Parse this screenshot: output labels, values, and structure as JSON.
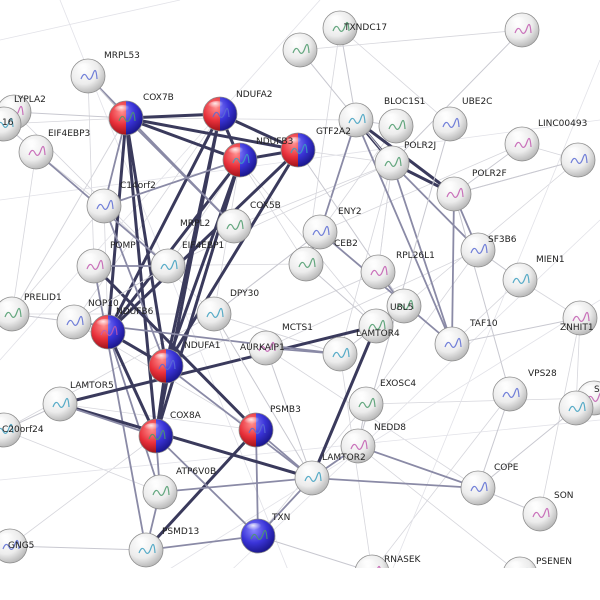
{
  "colors": {
    "red": "#e8303a",
    "blue": "#3a34d8",
    "node_white": "#f4f4f4",
    "edge_light": "#c8c8d0",
    "edge_mid": "#8a8aa6",
    "edge_dark": "#3a3a5c"
  },
  "nodes": [
    {
      "id": "TXNDC17",
      "label": "TXNDC17",
      "fill": "white"
    },
    {
      "id": "MRPL53",
      "label": "MRPL53",
      "fill": "white"
    },
    {
      "id": "LYPLA2",
      "label": "LYPLA2",
      "fill": "white"
    },
    {
      "id": "n16",
      "label": "16",
      "fill": "white"
    },
    {
      "id": "COX7B",
      "label": "COX7B",
      "fill": "half"
    },
    {
      "id": "NDUFA2",
      "label": "NDUFA2",
      "fill": "half"
    },
    {
      "id": "EIF4EBP3",
      "label": "EIF4EBP3",
      "fill": "white"
    },
    {
      "id": "NDUFB3",
      "label": "NDUFB3",
      "fill": "half"
    },
    {
      "id": "BLOC1S1",
      "label": "BLOC1S1",
      "fill": "white"
    },
    {
      "id": "UBE2C",
      "label": "UBE2C",
      "fill": "white"
    },
    {
      "id": "LINC00493",
      "label": "LINC00493",
      "fill": "white"
    },
    {
      "id": "GTF2A2",
      "label": "GTF2A2",
      "fill": "white"
    },
    {
      "id": "POLR2J",
      "label": "POLR2J",
      "fill": "white"
    },
    {
      "id": "C14orf2",
      "label": "C14orf2",
      "fill": "white"
    },
    {
      "id": "POLR2F",
      "label": "POLR2F",
      "fill": "white"
    },
    {
      "id": "COX5B",
      "label": "COX5B",
      "fill": "half"
    },
    {
      "id": "MRPL",
      "label": "MRPL2",
      "fill": "white"
    },
    {
      "id": "ENY2",
      "label": "ENY2",
      "fill": "white"
    },
    {
      "id": "POMP",
      "label": "POMP",
      "fill": "white"
    },
    {
      "id": "EIF4EBP1",
      "label": "EIF4EBP1",
      "fill": "white"
    },
    {
      "id": "CEB2",
      "label": "CEB2",
      "fill": "white"
    },
    {
      "id": "SF3B6",
      "label": "SF3B6",
      "fill": "white"
    },
    {
      "id": "RPL26L1",
      "label": "RPL26L1",
      "fill": "white"
    },
    {
      "id": "MIEN1",
      "label": "MIEN1",
      "fill": "white"
    },
    {
      "id": "PRELID1",
      "label": "PRELID1",
      "fill": "white"
    },
    {
      "id": "NOP10",
      "label": "NOP10",
      "fill": "white"
    },
    {
      "id": "NDUFB6",
      "label": "NDUFB6",
      "fill": "half"
    },
    {
      "id": "DPY30",
      "label": "DPY30",
      "fill": "white"
    },
    {
      "id": "UBL5",
      "label": "UBL5",
      "fill": "white"
    },
    {
      "id": "TAF10",
      "label": "TAF10",
      "fill": "white"
    },
    {
      "id": "ZNHIT1",
      "label": "ZNHIT1",
      "fill": "white"
    },
    {
      "id": "MCTS1",
      "label": "MCTS1",
      "fill": "white"
    },
    {
      "id": "LAMTOR4",
      "label": "LAMTOR4",
      "fill": "white"
    },
    {
      "id": "NDUFA1",
      "label": "NDUFA1",
      "fill": "half"
    },
    {
      "id": "AURKAIP1",
      "label": "AURKAIP1",
      "fill": "white"
    },
    {
      "id": "LAMTOR5",
      "label": "LAMTOR5",
      "fill": "white"
    },
    {
      "id": "EXOSC4",
      "label": "EXOSC4",
      "fill": "white"
    },
    {
      "id": "VPS28",
      "label": "VPS28",
      "fill": "white"
    },
    {
      "id": "S_edge",
      "label": "S",
      "fill": "white"
    },
    {
      "id": "C20orf24",
      "label": "C20orf24",
      "fill": "white"
    },
    {
      "id": "COX8A",
      "label": "COX8A",
      "fill": "half"
    },
    {
      "id": "PSMB3",
      "label": "PSMB3",
      "fill": "half"
    },
    {
      "id": "NEDD8",
      "label": "NEDD8",
      "fill": "white"
    },
    {
      "id": "LAMTOR2",
      "label": "LAMTOR2",
      "fill": "white"
    },
    {
      "id": "ATP6V0B",
      "label": "ATP6V0B",
      "fill": "white"
    },
    {
      "id": "COPE",
      "label": "COPE",
      "fill": "white"
    },
    {
      "id": "SON",
      "label": "SON",
      "fill": "white"
    },
    {
      "id": "PSMD13",
      "label": "PSMD13",
      "fill": "white"
    },
    {
      "id": "TXN",
      "label": "TXN",
      "fill": "blue"
    },
    {
      "id": "GNG5",
      "label": "GNG5",
      "fill": "white"
    },
    {
      "id": "RNASEK",
      "label": "RNASEK",
      "fill": "white"
    },
    {
      "id": "PSENEN",
      "label": "PSENEN",
      "fill": "white"
    },
    {
      "id": "X1",
      "label": "",
      "fill": "white"
    },
    {
      "id": "X2",
      "label": "",
      "fill": "white"
    },
    {
      "id": "X3",
      "label": "",
      "fill": "white"
    },
    {
      "id": "X4",
      "label": "",
      "fill": "white"
    }
  ],
  "edges": [
    [
      "COX7B",
      "NDUFA2",
      "dark"
    ],
    [
      "COX7B",
      "NDUFB3",
      "dark"
    ],
    [
      "COX7B",
      "COX5B",
      "dark"
    ],
    [
      "COX7B",
      "NDUFB6",
      "dark"
    ],
    [
      "COX7B",
      "NDUFA1",
      "dark"
    ],
    [
      "COX7B",
      "COX8A",
      "dark"
    ],
    [
      "COX7B",
      "MRPL",
      "mid"
    ],
    [
      "COX7B",
      "C14orf2",
      "mid"
    ],
    [
      "NDUFA2",
      "NDUFB3",
      "dark"
    ],
    [
      "NDUFA2",
      "COX5B",
      "dark"
    ],
    [
      "NDUFA2",
      "NDUFB6",
      "dark"
    ],
    [
      "NDUFA2",
      "NDUFA1",
      "dark"
    ],
    [
      "NDUFA2",
      "COX8A",
      "dark"
    ],
    [
      "NDUFB3",
      "COX5B",
      "dark"
    ],
    [
      "NDUFB3",
      "NDUFB6",
      "dark"
    ],
    [
      "NDUFB3",
      "NDUFA1",
      "dark"
    ],
    [
      "COX5B",
      "NDUFB6",
      "dark"
    ],
    [
      "COX5B",
      "NDUFA1",
      "dark"
    ],
    [
      "COX5B",
      "COX8A",
      "dark"
    ],
    [
      "NDUFB6",
      "NDUFA1",
      "dark"
    ],
    [
      "NDUFB6",
      "COX8A",
      "dark"
    ],
    [
      "NDUFA1",
      "COX8A",
      "dark"
    ],
    [
      "COX8A",
      "ATP6V0B",
      "mid"
    ],
    [
      "NDUFB6",
      "ATP6V0B",
      "mid"
    ],
    [
      "MRPL53",
      "MRPL",
      "mid"
    ],
    [
      "MRPL53",
      "COX7B",
      "light"
    ],
    [
      "EIF4EBP3",
      "EIF4EBP1",
      "mid"
    ],
    [
      "C14orf2",
      "COX5B",
      "mid"
    ],
    [
      "C14orf2",
      "NDUFA1",
      "mid"
    ],
    [
      "POMP",
      "PSMB3",
      "dark"
    ],
    [
      "POMP",
      "PSMD13",
      "mid"
    ],
    [
      "PSMB3",
      "PSMD13",
      "dark"
    ],
    [
      "PSMB3",
      "LAMTOR2",
      "mid"
    ],
    [
      "PSMB3",
      "TXN",
      "mid"
    ],
    [
      "LAMTOR2",
      "LAMTOR4",
      "dark"
    ],
    [
      "LAMTOR2",
      "LAMTOR5",
      "dark"
    ],
    [
      "LAMTOR4",
      "LAMTOR5",
      "dark"
    ],
    [
      "LAMTOR2",
      "TXN",
      "mid"
    ],
    [
      "LAMTOR2",
      "COPE",
      "mid"
    ],
    [
      "LAMTOR2",
      "NEDD8",
      "mid"
    ],
    [
      "GTF2A2",
      "POLR2J",
      "dark"
    ],
    [
      "GTF2A2",
      "POLR2F",
      "dark"
    ],
    [
      "GTF2A2",
      "ENY2",
      "mid"
    ],
    [
      "GTF2A2",
      "TAF10",
      "mid"
    ],
    [
      "POLR2J",
      "POLR2F",
      "dark"
    ],
    [
      "POLR2F",
      "SF3B6",
      "mid"
    ],
    [
      "POLR2J",
      "SF3B6",
      "mid"
    ],
    [
      "POLR2J",
      "TAF10",
      "mid"
    ],
    [
      "POLR2F",
      "TAF10",
      "mid"
    ],
    [
      "ENY2",
      "TAF10",
      "mid"
    ],
    [
      "BLOC1S1",
      "GTF2A2",
      "light"
    ],
    [
      "UBE2C",
      "NEDD8",
      "light"
    ],
    [
      "RPL26L1",
      "UBL5",
      "mid"
    ],
    [
      "UBL5",
      "LAMTOR4",
      "light"
    ],
    [
      "EXOSC4",
      "NEDD8",
      "light"
    ],
    [
      "NEDD8",
      "COPE",
      "mid"
    ],
    [
      "AURKAIP1",
      "MCTS1",
      "mid"
    ],
    [
      "MCTS1",
      "NOP10",
      "mid"
    ],
    [
      "NOP10",
      "PRELID1",
      "light"
    ],
    [
      "DPY30",
      "ENY2",
      "light"
    ],
    [
      "CEB2",
      "ENY2",
      "mid"
    ],
    [
      "POLR2F",
      "VPS28",
      "light"
    ],
    [
      "VPS28",
      "COPE",
      "light"
    ],
    [
      "SON",
      "COPE",
      "light"
    ],
    [
      "TXN",
      "PSMD13",
      "mid"
    ],
    [
      "TXN",
      "RNASEK",
      "light"
    ],
    [
      "RNASEK",
      "PSENEN",
      "light"
    ],
    [
      "GNG5",
      "PSMD13",
      "light"
    ],
    [
      "ATP6V0B",
      "LAMTOR2",
      "mid"
    ],
    [
      "ATP6V0B",
      "PSMD13",
      "mid"
    ],
    [
      "C20orf24",
      "LAMTOR5",
      "light"
    ],
    [
      "LAMTOR5",
      "COX8A",
      "mid"
    ],
    [
      "NDUFB3",
      "UBL5",
      "light"
    ],
    [
      "ZNHIT1",
      "TAF10",
      "light"
    ],
    [
      "MIEN1",
      "SF3B6",
      "light"
    ],
    [
      "LINC00493",
      "POLR2F",
      "light"
    ],
    [
      "TXNDC17",
      "GTF2A2",
      "light"
    ],
    [
      "X1",
      "POLR2J",
      "light"
    ],
    [
      "X2",
      "POLR2F",
      "light"
    ],
    [
      "X3",
      "POLR2J",
      "light"
    ],
    [
      "EIF4EBP1",
      "POMP",
      "mid"
    ],
    [
      "EIF4EBP1",
      "NOP10",
      "light"
    ],
    [
      "LYPLA2",
      "COX7B",
      "light"
    ],
    [
      "n16",
      "EIF4EBP3",
      "light"
    ],
    [
      "MCTS1",
      "LAMTOR4",
      "light"
    ],
    [
      "AURKAIP1",
      "LAMTOR2",
      "light"
    ],
    [
      "NDUFA1",
      "LAMTOR2",
      "mid"
    ],
    [
      "COX8A",
      "TXN",
      "mid"
    ],
    [
      "DPY30",
      "LAMTOR2",
      "light"
    ],
    [
      "CEB2",
      "LAMTOR4",
      "light"
    ],
    [
      "X4",
      "COPE",
      "light"
    ]
  ]
}
